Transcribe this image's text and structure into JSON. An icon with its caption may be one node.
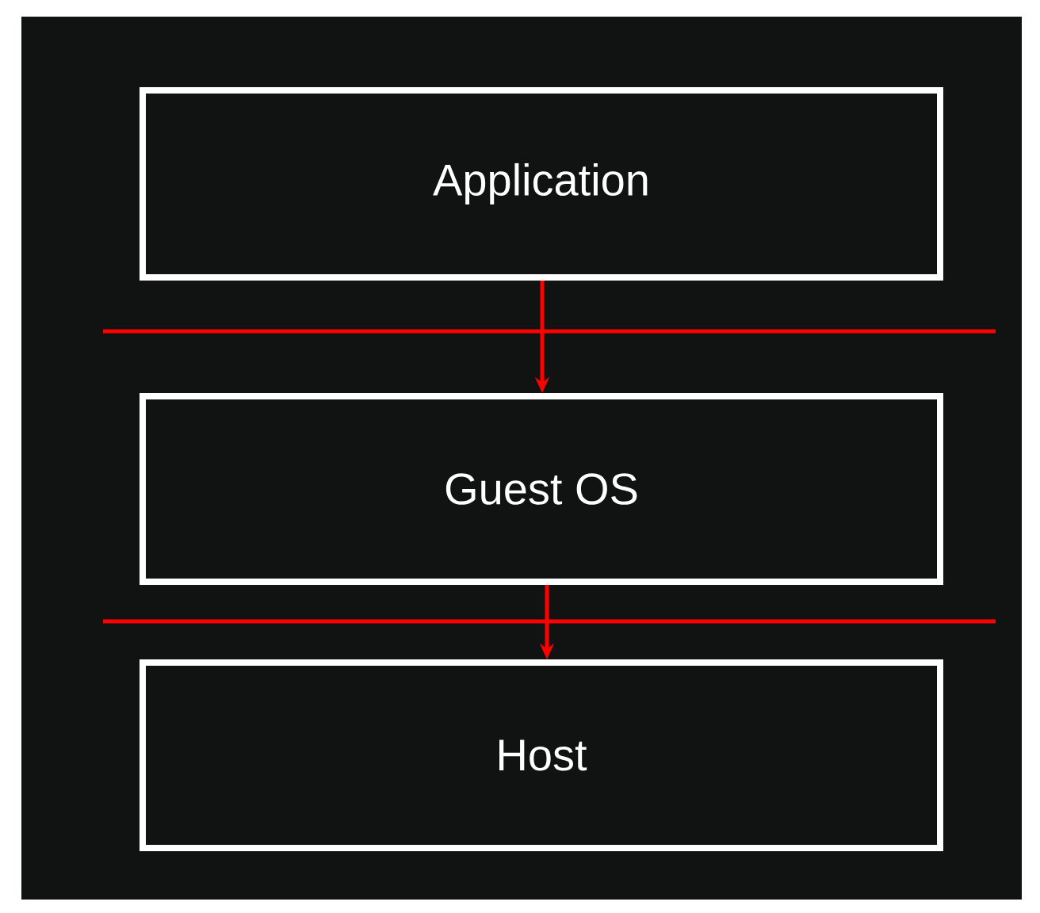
{
  "diagram": {
    "nodes": [
      {
        "text": [
          "Application"
        ]
      },
      {
        "text": [
          "Guest OS"
        ]
      },
      {
        "text": [
          "Host"
        ]
      }
    ],
    "edges": [
      {
        "from": 0,
        "to": 1,
        "arrow": "to"
      },
      {
        "from": 1,
        "to": 2,
        "arrow": "to"
      }
    ]
  }
}
